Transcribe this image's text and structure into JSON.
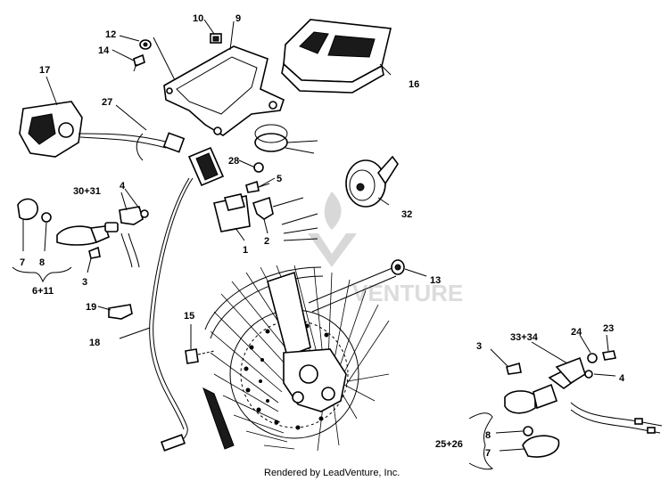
{
  "callouts": {
    "c1": "1",
    "c2": "2",
    "c3a": "3",
    "c3b": "3",
    "c4a": "4",
    "c4b": "4",
    "c5": "5",
    "c6_11": "6+11",
    "c7a": "7",
    "c7b": "7",
    "c8a": "8",
    "c8b": "8",
    "c9": "9",
    "c10": "10",
    "c12": "12",
    "c13": "13",
    "c14": "14",
    "c15": "15",
    "c16": "16",
    "c17": "17",
    "c18": "18",
    "c19": "19",
    "c23": "23",
    "c24": "24",
    "c25_26": "25+26",
    "c27": "27",
    "c28": "28",
    "c30_31": "30+31",
    "c32": "32",
    "c33_34": "33+34"
  },
  "watermark": "VENTURE",
  "footer": "Rendered by LeadVenture, Inc."
}
